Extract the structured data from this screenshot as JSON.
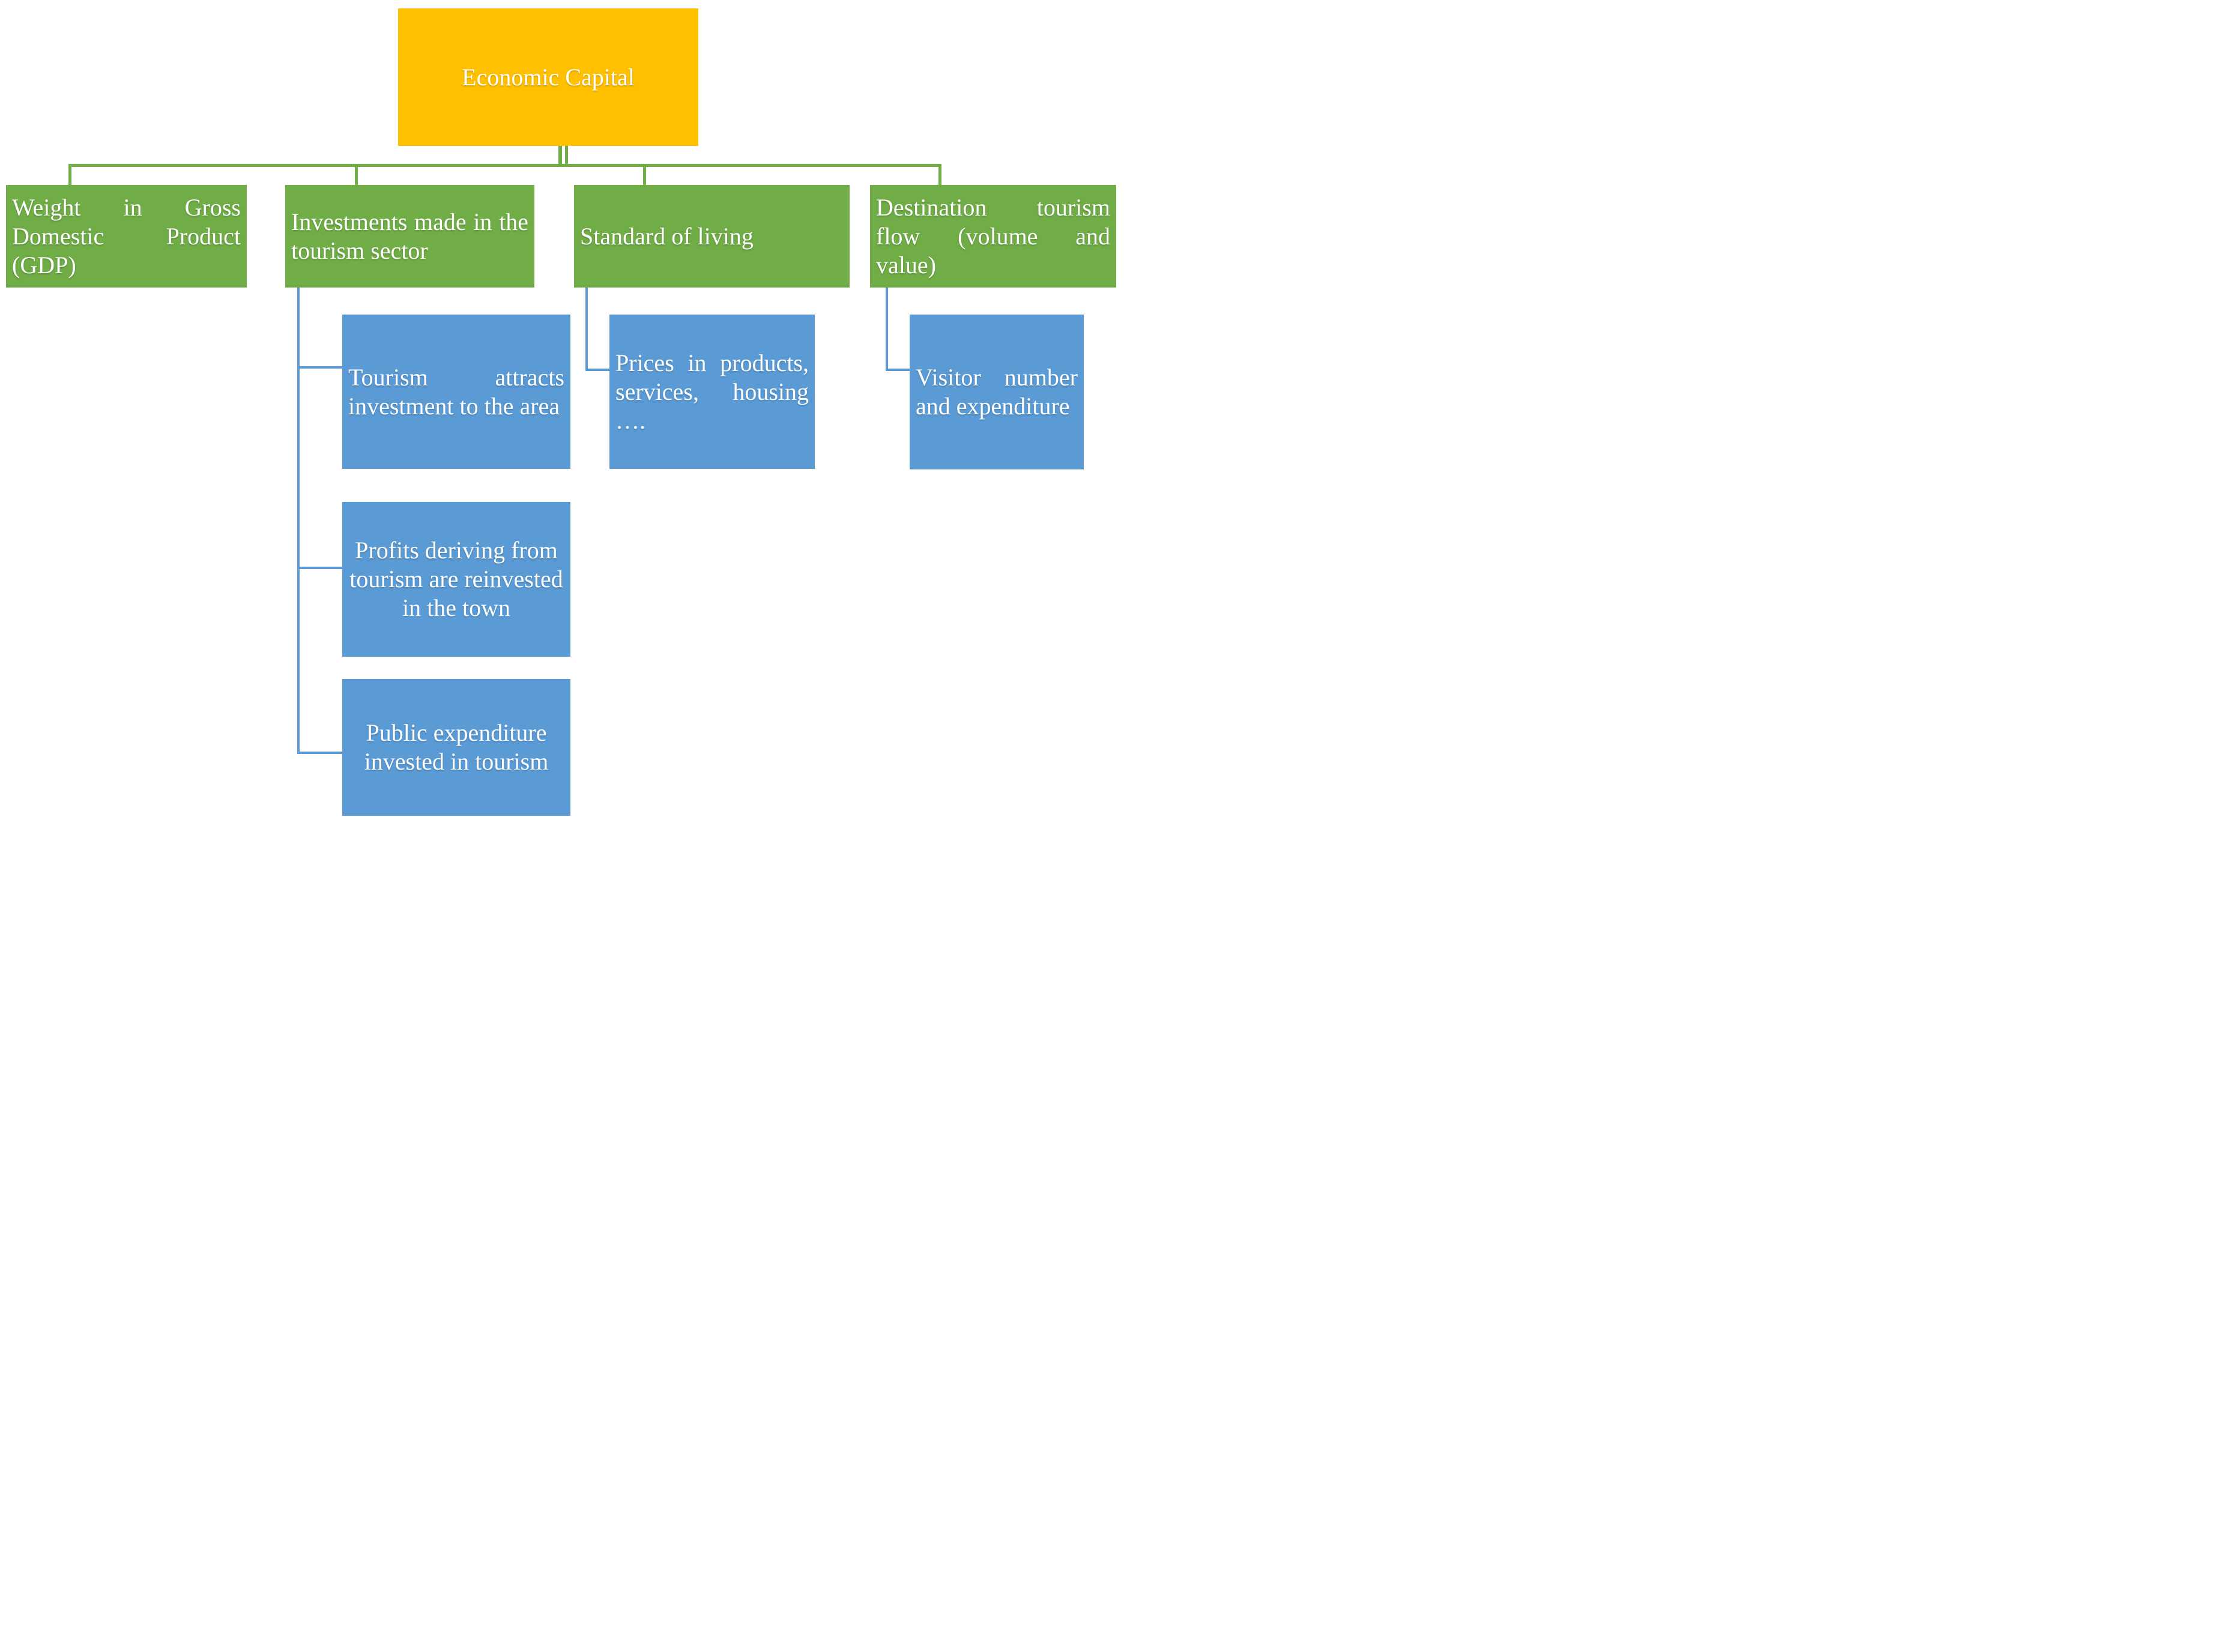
{
  "diagram": {
    "root": {
      "label": "Economic Capital"
    },
    "branches": [
      {
        "id": "gdp",
        "label": "Weight in Gross Domestic Product (GDP)"
      },
      {
        "id": "investments",
        "label": "Investments made in the tourism sector"
      },
      {
        "id": "standard",
        "label": "Standard of living"
      },
      {
        "id": "destination",
        "label": "Destination tourism flow (volume and value)"
      }
    ],
    "leaves": [
      {
        "id": "tourism-attracts",
        "parent": "investments",
        "label": "Tourism attracts investment to the area"
      },
      {
        "id": "profits",
        "parent": "investments",
        "label": "Profits deriving from tourism are reinvested in the town"
      },
      {
        "id": "public",
        "parent": "investments",
        "label": "Public expenditure invested in tourism"
      },
      {
        "id": "prices",
        "parent": "standard",
        "label": "Prices in products, services, housing …."
      },
      {
        "id": "visitor",
        "parent": "destination",
        "label": "Visitor number and expenditure"
      }
    ]
  },
  "colors": {
    "root": "#FFC000",
    "branch": "#70AD47",
    "leaf": "#5B9BD5",
    "connector_green": "#70AD47",
    "connector_blue": "#5B9BD5",
    "text": "#FFFFFF"
  }
}
